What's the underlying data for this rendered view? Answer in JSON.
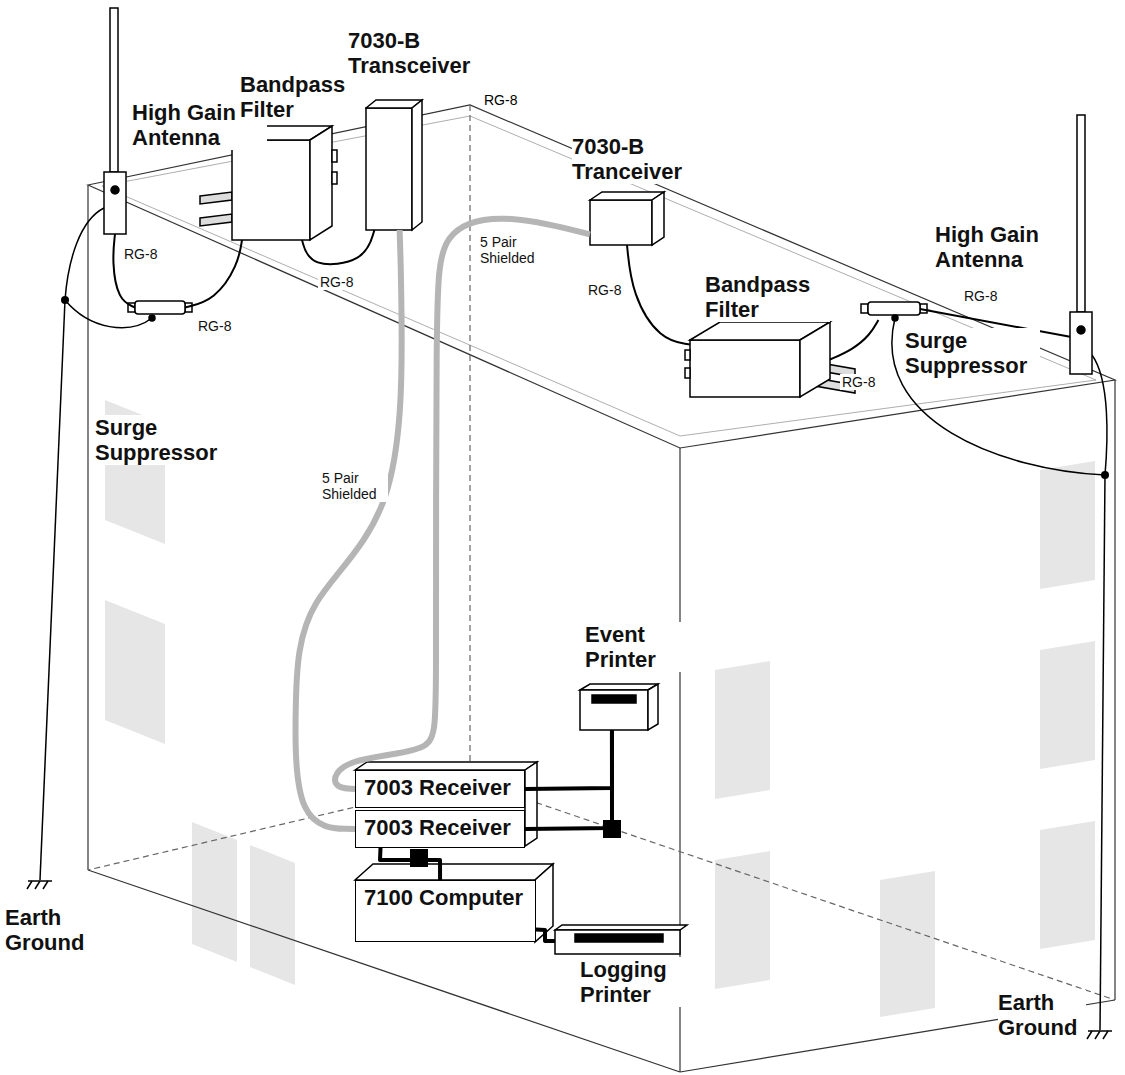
{
  "diagram": {
    "nodes": [
      {
        "text": [
          "High Gain Antenna"
        ]
      },
      {
        "text": [
          "Bandpass Filter"
        ]
      },
      {
        "text": [
          "7030-B Transceiver"
        ]
      },
      {
        "text": [
          "7030-B Tranceiver"
        ]
      },
      {
        "text": [
          "Bandpass Filter"
        ]
      },
      {
        "text": [
          "High Gain Antenna"
        ]
      },
      {
        "text": [
          "Surge Suppressor"
        ]
      },
      {
        "text": [
          "Surge Suppressor"
        ]
      },
      {
        "text": [
          "Event Printer"
        ]
      },
      {
        "text": [
          "7003 Receiver"
        ]
      },
      {
        "text": [
          "7003 Receiver"
        ]
      },
      {
        "text": [
          "7100 Computer"
        ]
      },
      {
        "text": [
          "Logging Printer"
        ]
      }
    ],
    "edges": [
      {
        "from": 0,
        "to": 7,
        "arrow": "none",
        "label": "RG-8"
      },
      {
        "from": 7,
        "to": 1,
        "arrow": "none",
        "label": "RG-8"
      },
      {
        "from": 1,
        "to": 2,
        "arrow": "none",
        "label": "RG-8"
      },
      {
        "from": 2,
        "to": 10,
        "arrow": "none",
        "label": "5 Pair Shielded"
      },
      {
        "from": 3,
        "to": 9,
        "arrow": "none",
        "label": "5 Pair Shielded"
      },
      {
        "from": 3,
        "to": 4,
        "arrow": "none",
        "label": "RG-8"
      },
      {
        "from": 4,
        "to": 6,
        "arrow": "none",
        "label": "RG-8"
      },
      {
        "from": 6,
        "to": 5,
        "arrow": "none",
        "label": "RG-8"
      },
      {
        "from": 9,
        "to": 8,
        "arrow": "none"
      },
      {
        "from": 10,
        "to": 8,
        "arrow": "none"
      },
      {
        "from": 10,
        "to": 11,
        "arrow": "none"
      },
      {
        "from": 11,
        "to": 12,
        "arrow": "none"
      }
    ],
    "labels": [
      "RG-8",
      "Earth Ground",
      "Earth Ground"
    ]
  }
}
